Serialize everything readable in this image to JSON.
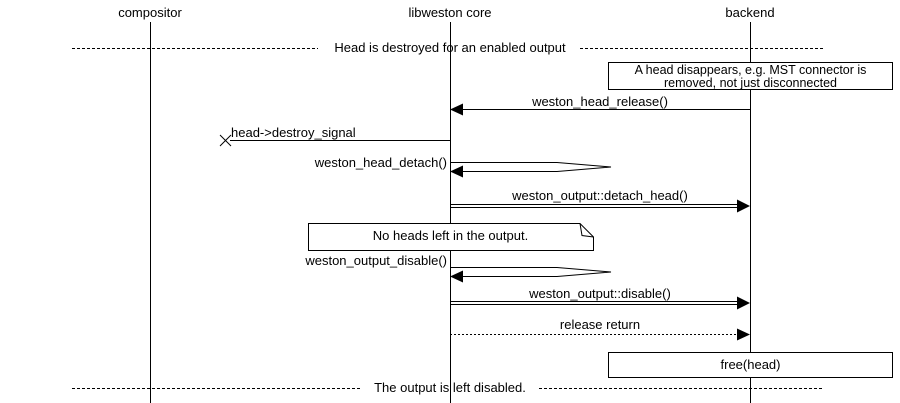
{
  "diagram": {
    "type": "sequence-diagram",
    "colors": {
      "line": "#000000",
      "background": "#ffffff",
      "text": "#000000"
    },
    "entities": [
      {
        "label": "compositor"
      },
      {
        "label": "libweston core"
      },
      {
        "label": "backend"
      }
    ],
    "dividers": [
      {
        "label": "Head is destroyed for an enabled output"
      },
      {
        "label": "The output is left disabled."
      }
    ],
    "notes": [
      {
        "lines": [
          "A head disappears, e.g. MST connector is",
          "removed, not just disconnected"
        ]
      },
      {
        "text": "No heads left in the output."
      }
    ],
    "messages": [
      {
        "label": "weston_head_release()",
        "from": "backend",
        "to": "libweston core",
        "style": "solid"
      },
      {
        "label": "head->destroy_signal",
        "from": "libweston core",
        "to": "compositor",
        "style": "lost"
      },
      {
        "label": "weston_head_detach()",
        "from": "libweston core",
        "to": "libweston core",
        "style": "self"
      },
      {
        "label": "weston_output::detach_head()",
        "from": "libweston core",
        "to": "backend",
        "style": "call"
      },
      {
        "label": "weston_output_disable()",
        "from": "libweston core",
        "to": "libweston core",
        "style": "self"
      },
      {
        "label": "weston_output::disable()",
        "from": "libweston core",
        "to": "backend",
        "style": "call"
      },
      {
        "label": "release return",
        "from": "libweston core",
        "to": "backend",
        "style": "dotted"
      }
    ],
    "boxes": [
      {
        "label": "free(head)"
      }
    ]
  }
}
